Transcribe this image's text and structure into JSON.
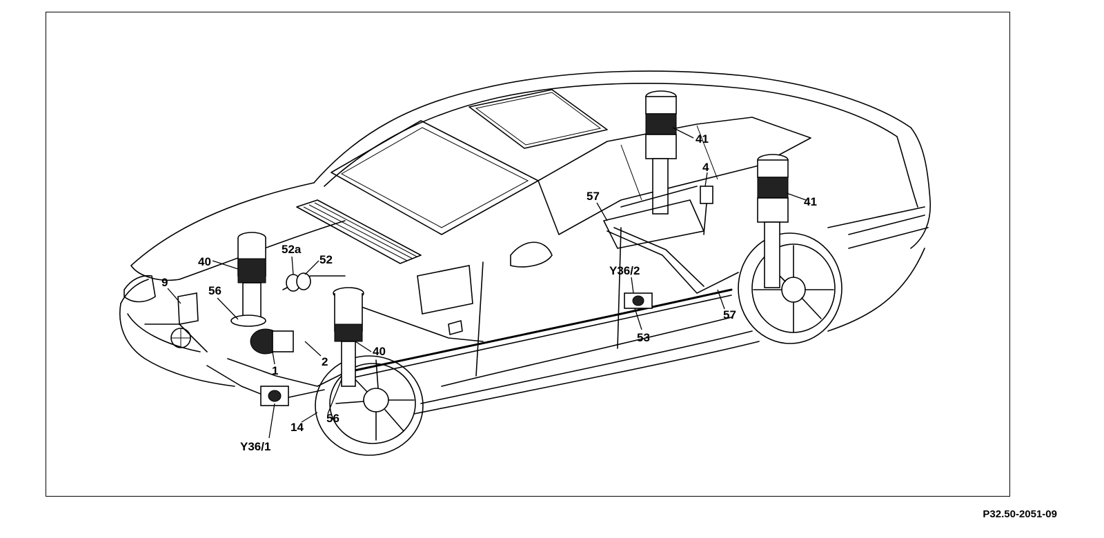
{
  "diagram": {
    "reference_code": "P32.50-2051-09",
    "callouts": [
      {
        "id": "callout-9",
        "text": "9"
      },
      {
        "id": "callout-40-front-left",
        "text": "40"
      },
      {
        "id": "callout-56-upper",
        "text": "56"
      },
      {
        "id": "callout-52a",
        "text": "52a"
      },
      {
        "id": "callout-52",
        "text": "52"
      },
      {
        "id": "callout-1",
        "text": "1"
      },
      {
        "id": "callout-2",
        "text": "2"
      },
      {
        "id": "callout-40-front-right",
        "text": "40"
      },
      {
        "id": "callout-14",
        "text": "14"
      },
      {
        "id": "callout-56-lower",
        "text": "56"
      },
      {
        "id": "callout-y36-1",
        "text": "Y36/1"
      },
      {
        "id": "callout-41-left",
        "text": "41"
      },
      {
        "id": "callout-4",
        "text": "4"
      },
      {
        "id": "callout-41-right",
        "text": "41"
      },
      {
        "id": "callout-57-upper",
        "text": "57"
      },
      {
        "id": "callout-y36-2",
        "text": "Y36/2"
      },
      {
        "id": "callout-53",
        "text": "53"
      },
      {
        "id": "callout-57-lower",
        "text": "57"
      }
    ]
  }
}
